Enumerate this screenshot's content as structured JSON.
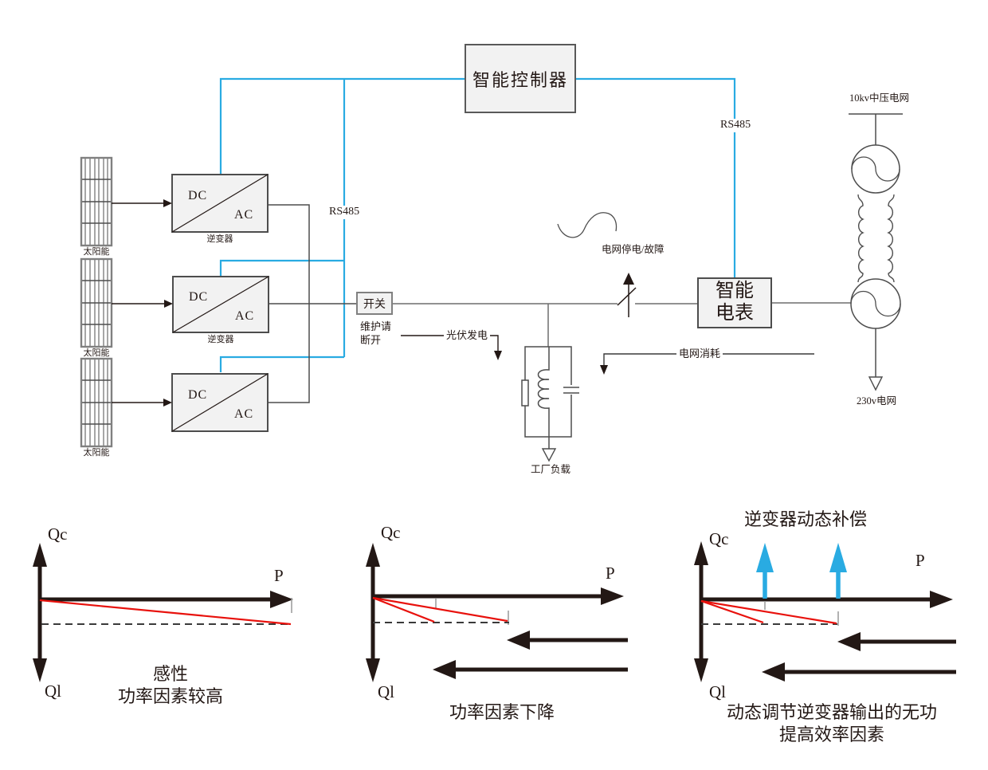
{
  "schematic": {
    "controller_label": "智能控制器",
    "rs485_label": "RS485",
    "solar_label": "太阳能",
    "inverter": {
      "dc": "DC",
      "ac": "AC",
      "label": "逆变器"
    },
    "switch_label": "开关",
    "maintenance_note": {
      "line1": "维护请",
      "line2": "断开"
    },
    "pv_flow_label": "光伏发电",
    "grid_fault_label": "电网停电/故障",
    "smart_meter": {
      "line1": "智能",
      "line2": "电表"
    },
    "grid_flow_label": "电网消耗",
    "mv_grid_label": "10kv中压电网",
    "lv_grid_label": "230v电网",
    "factory_load_label": "工厂负载"
  },
  "vector_diagrams": [
    {
      "axis_up": "Qc",
      "axis_down": "Ql",
      "axis_right": "P",
      "caption": [
        "感性",
        "功率因素较高"
      ]
    },
    {
      "axis_up": "Qc",
      "axis_down": "Ql",
      "axis_right": "P",
      "caption": [
        "功率因素下降"
      ]
    },
    {
      "title": "逆变器动态补偿",
      "axis_up": "Qc",
      "axis_down": "Ql",
      "axis_right": "P",
      "caption": [
        "动态调节逆变器输出的无功",
        "提高效率因素"
      ]
    }
  ],
  "colors": {
    "signal_blue": "#29ABE2",
    "vector_red": "#E8110C",
    "line_dark": "#4D4D4D",
    "arrow_black": "#231815",
    "box_fill": "#F2F2F2"
  }
}
